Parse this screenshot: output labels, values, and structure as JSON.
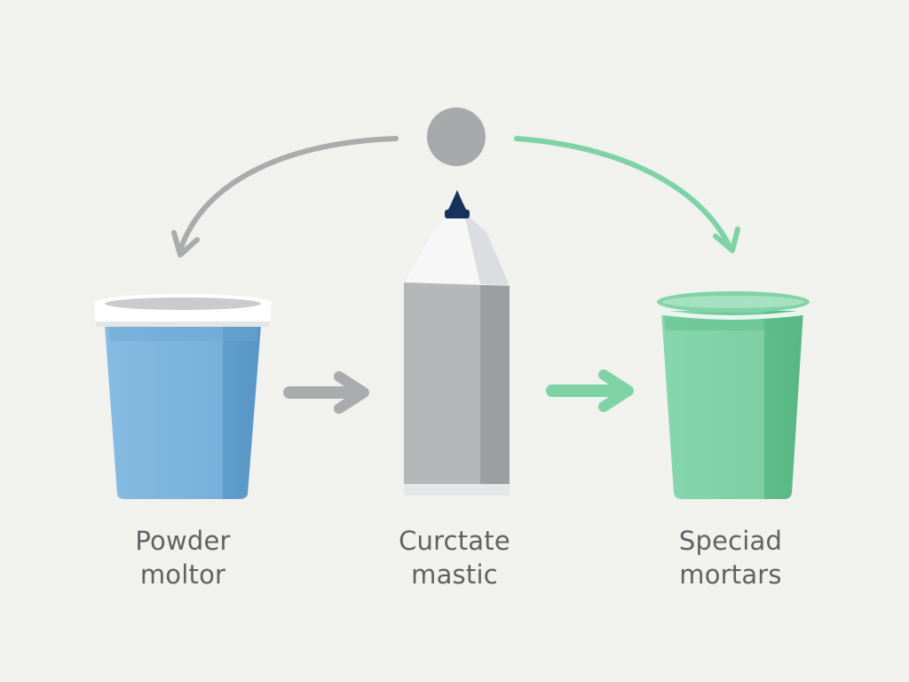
{
  "colors": {
    "background": "#f1f1ee",
    "gray": "#a7a9ab",
    "blue": "#7eb3dc",
    "green": "#7dd3a4",
    "nozzle": "#16335c",
    "text": "#5f6163"
  },
  "nodes": [
    {
      "id": "powder",
      "icon": "blue-bucket-icon",
      "label_line1": "Powder",
      "label_line2": "moltor"
    },
    {
      "id": "mastic",
      "icon": "tube-icon",
      "label_line1": "Curctate",
      "label_line2": "mastic"
    },
    {
      "id": "special",
      "icon": "green-bucket-icon",
      "label_line1": "Speciad",
      "label_line2": "mortars"
    }
  ],
  "arrows": [
    {
      "from": "circle",
      "to": "powder",
      "color": "gray",
      "style": "curved"
    },
    {
      "from": "circle",
      "to": "special",
      "color": "green",
      "style": "curved"
    },
    {
      "from": "powder",
      "to": "mastic",
      "color": "gray",
      "style": "straight"
    },
    {
      "from": "mastic",
      "to": "special",
      "color": "green",
      "style": "straight"
    }
  ],
  "top_node": {
    "icon": "gray-circle-icon"
  }
}
